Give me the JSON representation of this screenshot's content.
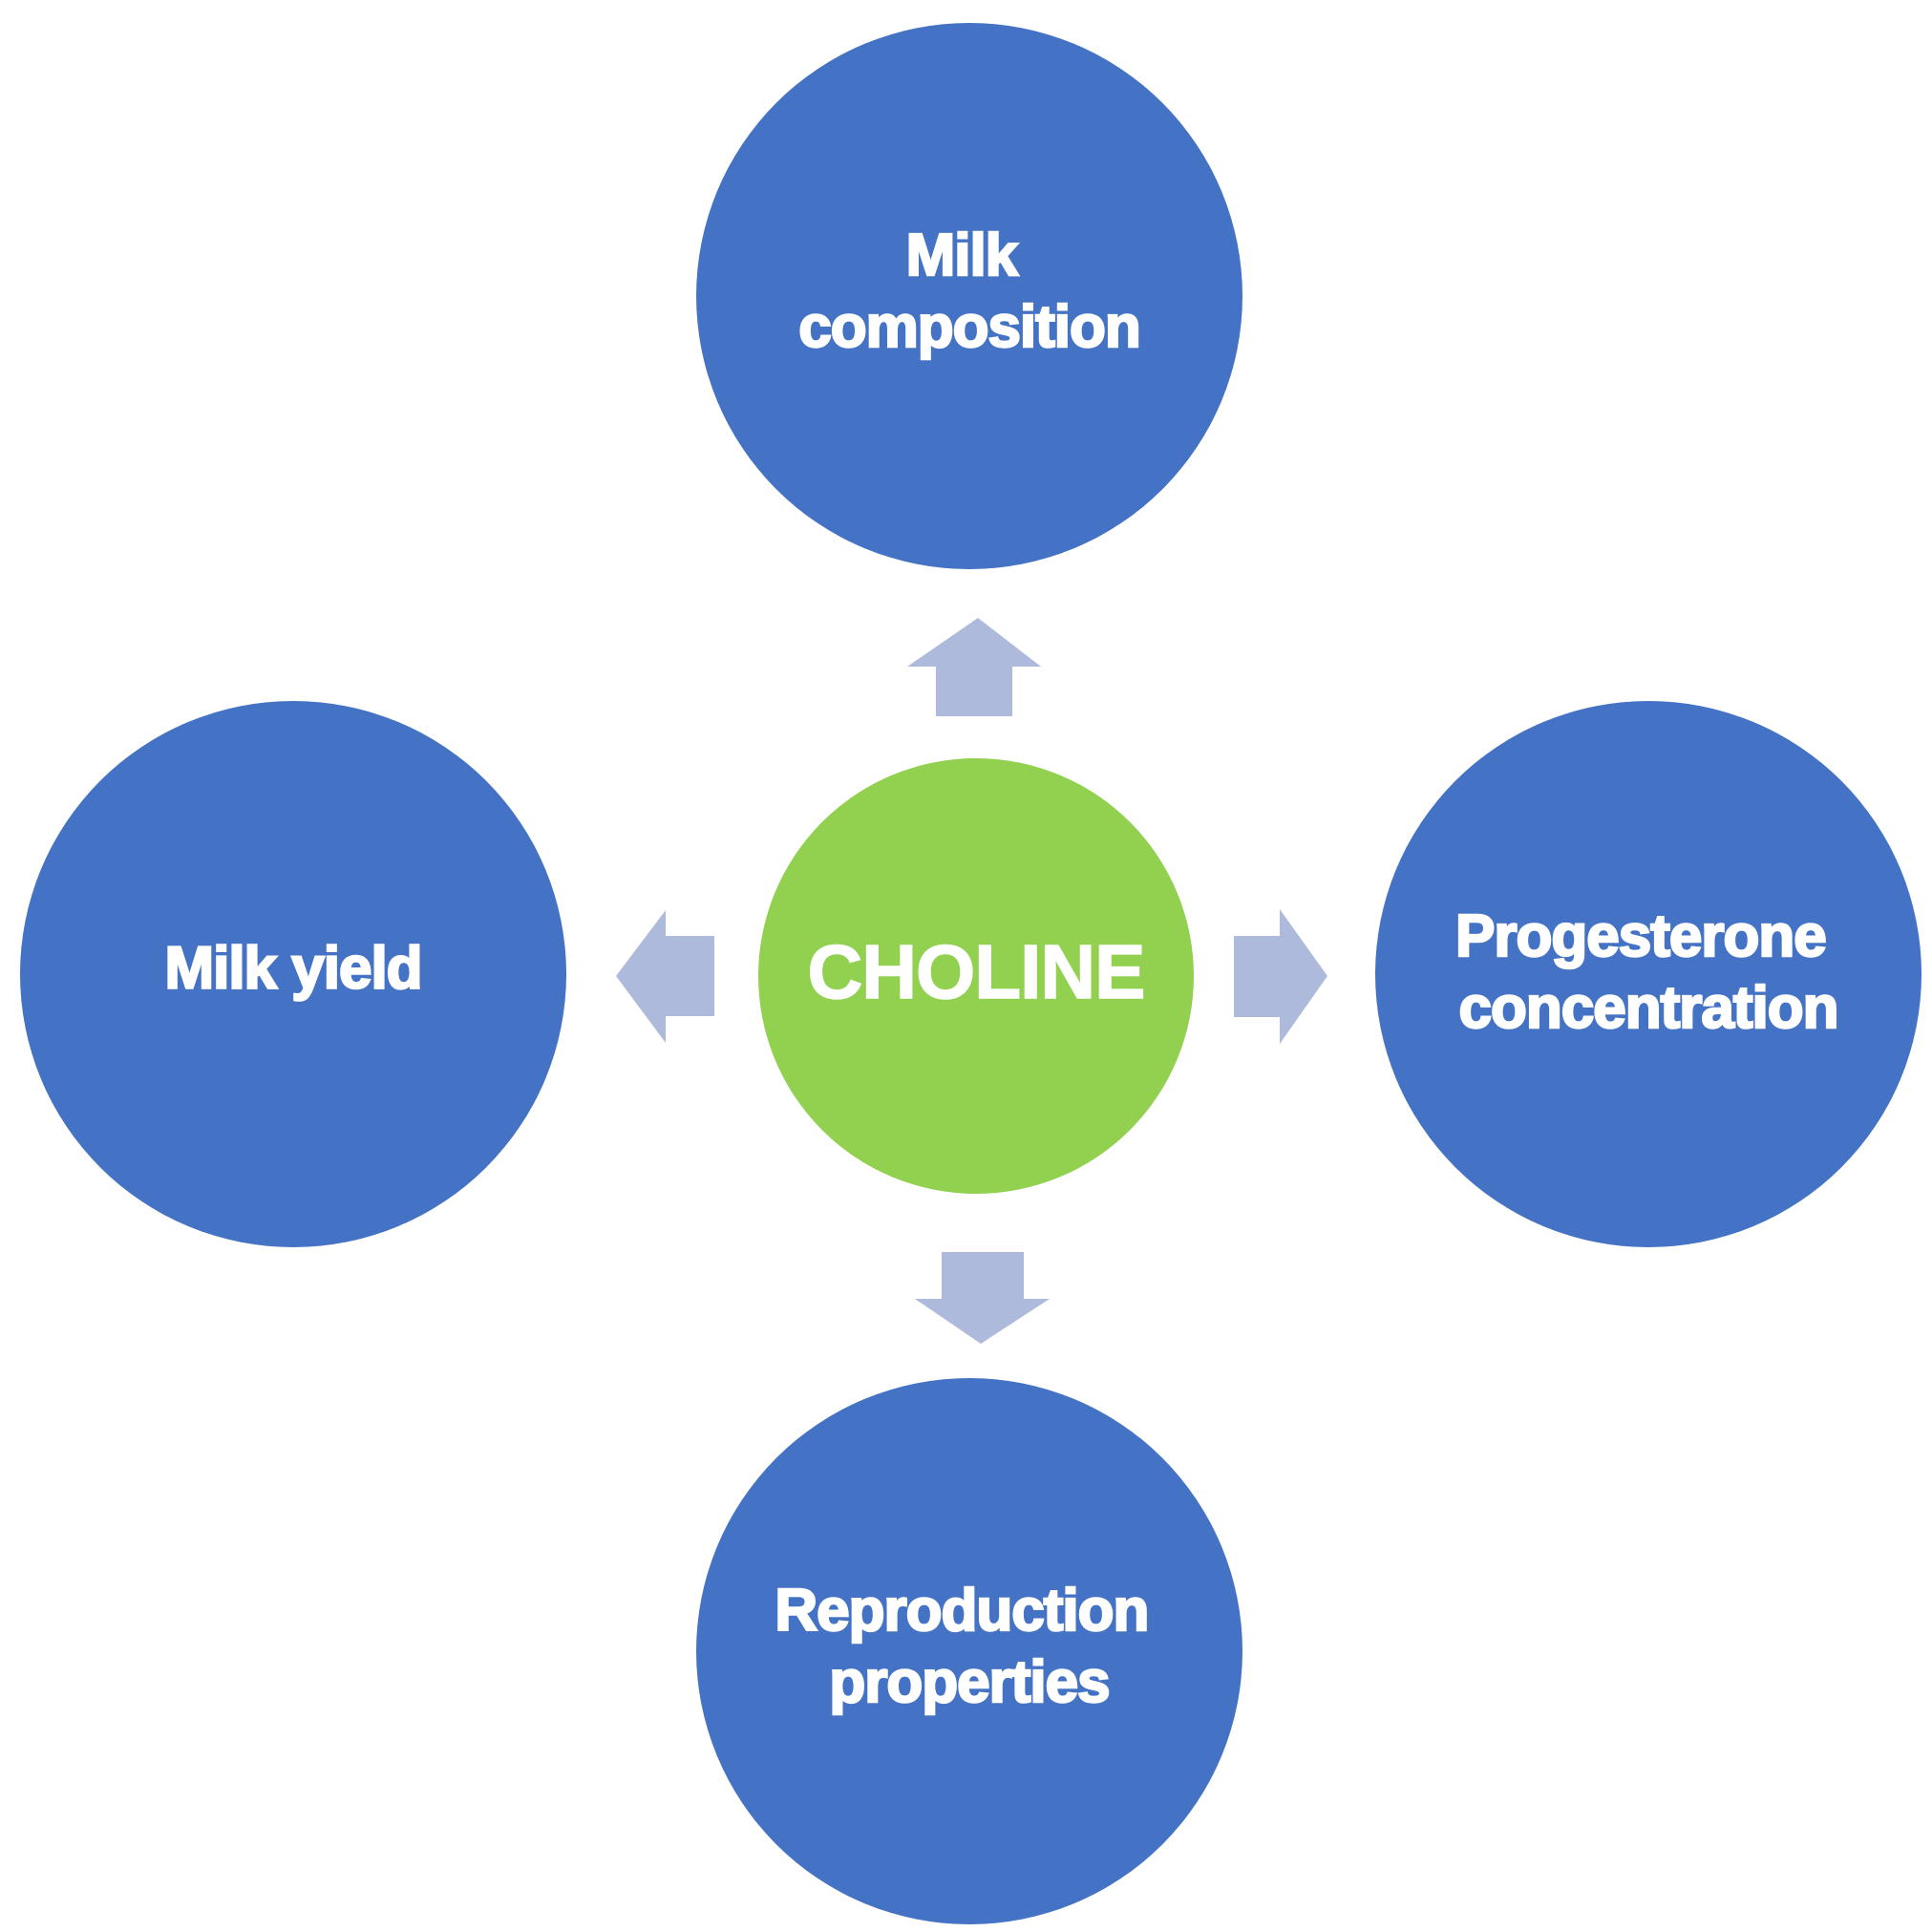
{
  "colors": {
    "outer_node": "#4472C4",
    "center_node": "#92D050",
    "arrow": "#ADBADC",
    "label": "#FFFFFF",
    "background": "#FFFFFF"
  },
  "diagram": {
    "center": {
      "label": "CHOLINE"
    },
    "nodes": {
      "top": {
        "lines": [
          "Milk",
          "composition"
        ]
      },
      "left": {
        "lines": [
          "Milk yield"
        ]
      },
      "right": {
        "lines": [
          "Progesterone",
          "concentration"
        ]
      },
      "bottom": {
        "lines": [
          "Reproduction",
          "properties"
        ]
      }
    },
    "arrows": [
      "up",
      "left",
      "right",
      "down"
    ]
  }
}
